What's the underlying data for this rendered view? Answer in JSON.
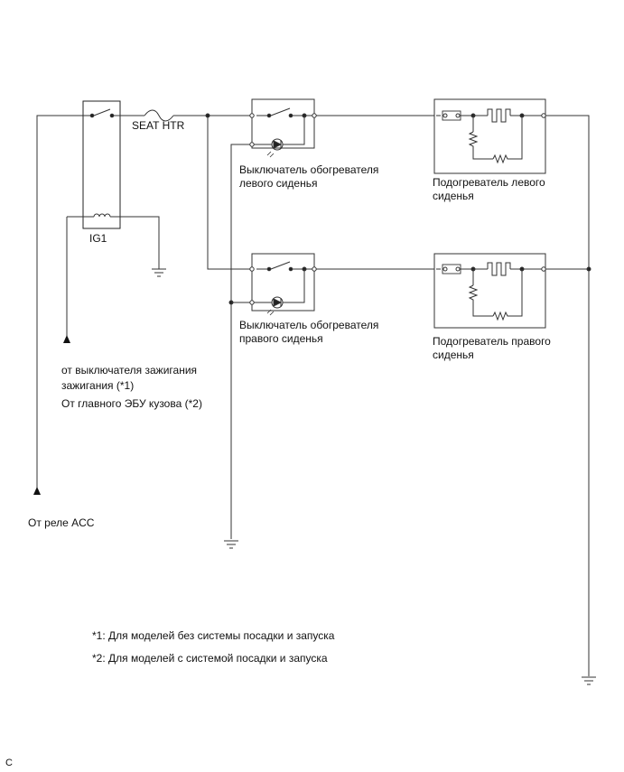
{
  "labels": {
    "fuse": "SEAT HTR",
    "relay": "IG1",
    "left_switch": [
      "Выключатель обогревателя",
      "левого сиденья"
    ],
    "right_switch": [
      "Выключатель обогревателя",
      "правого сиденья"
    ],
    "left_heater": [
      "Подогреватель левого",
      "сиденья"
    ],
    "right_heater": [
      "Подогреватель правого",
      "сиденья"
    ],
    "ignition_source": [
      "от выключателя зажигания",
      "зажигания (*1)",
      "От главного ЭБУ кузова (*2)"
    ],
    "acc_source": "От реле ACC",
    "note1": "*1: Для моделей без системы посадки и запуска",
    "note2": "*2: Для моделей с системой посадки и запуска",
    "corner": "C"
  }
}
